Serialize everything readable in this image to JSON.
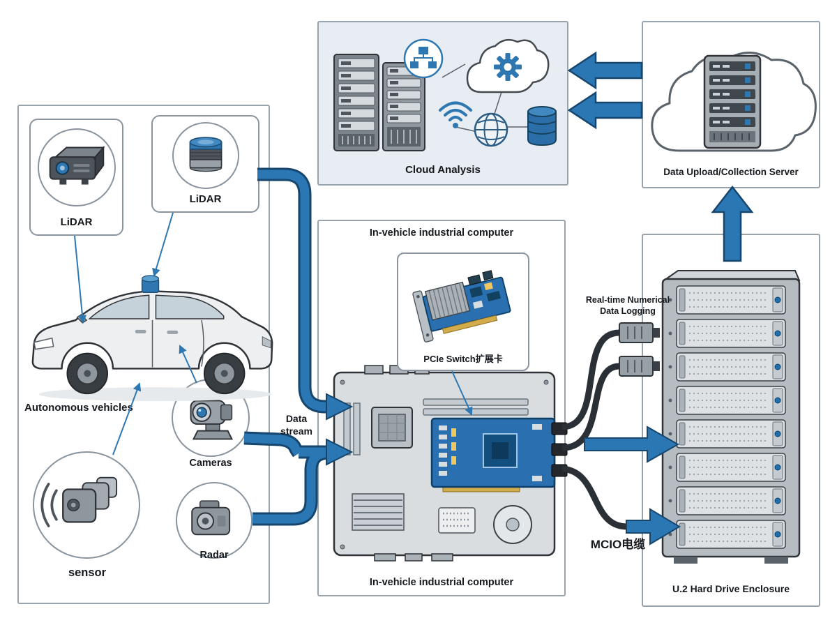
{
  "colors": {
    "arrow_blue": "#2b77b4",
    "arrow_outline": "#16466e",
    "accent_blue": "#2e77b0",
    "panel_bg": "#e7edf2",
    "border_gray": "#99a3ac"
  },
  "sensor_section": {
    "lidar_label": "LiDAR",
    "vehicle_label": "Autonomous vehicles",
    "cameras_label": "Cameras",
    "radar_label": "Radar",
    "section_label": "sensor"
  },
  "cloud_analysis": {
    "title": "Cloud Analysis"
  },
  "upload_server": {
    "title": "Data Upload/Collection Server"
  },
  "computer": {
    "title": "In-vehicle industrial computer",
    "pcie_card_label": "PCIe Switch扩展卡"
  },
  "enclosure": {
    "title": "U.2 Hard Drive Enclosure"
  },
  "annotations": {
    "data_stream": "Data stream",
    "realtime_logging": "Real-time Numerical Data Logging",
    "mcio_cable": "MCIO电缆"
  }
}
